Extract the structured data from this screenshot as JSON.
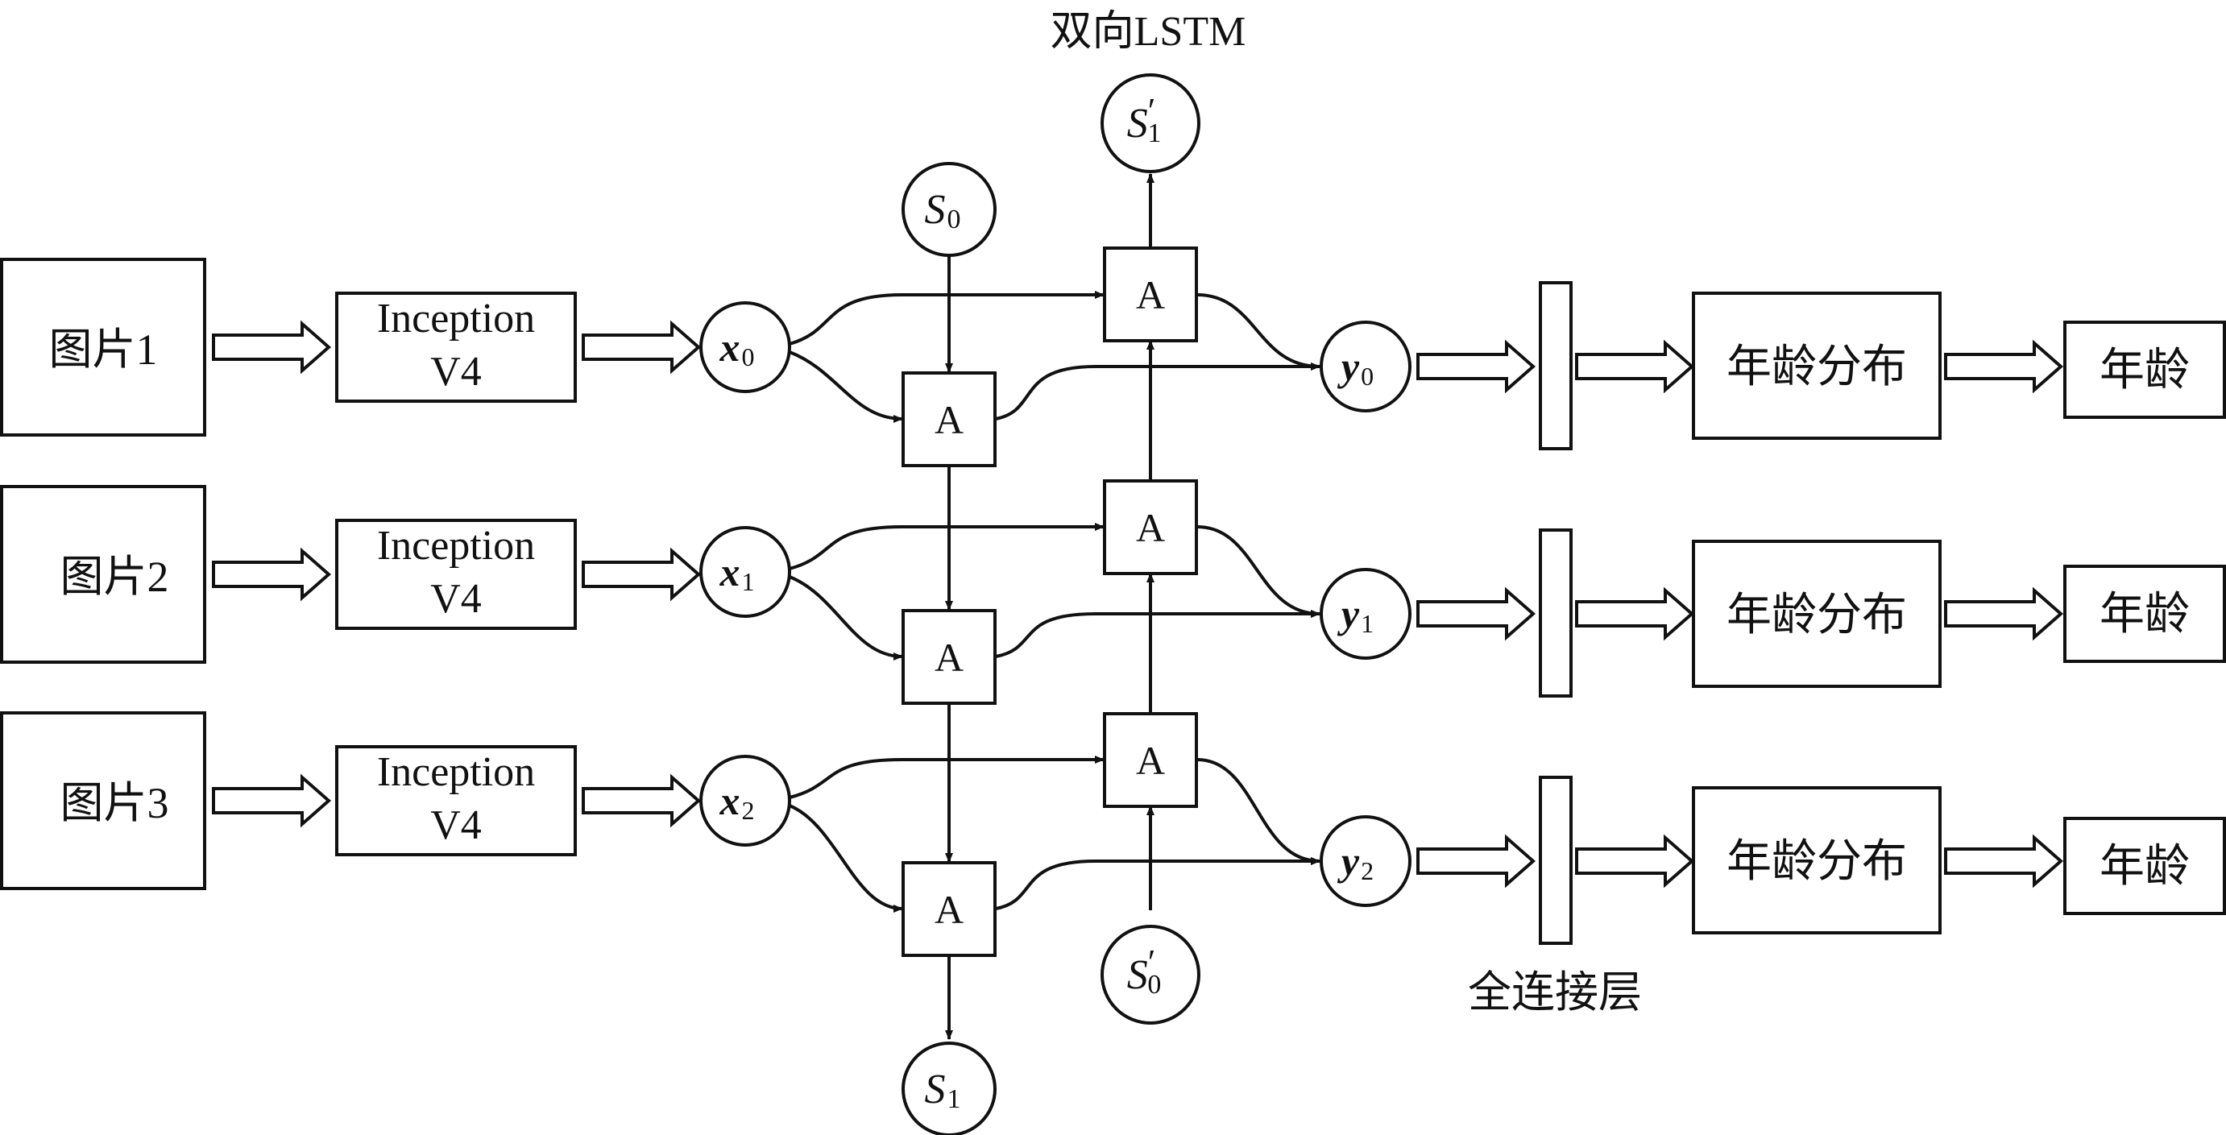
{
  "title": "双向LSTM",
  "fc_label": "全连接层",
  "rows": [
    {
      "image": "图片1",
      "cnn_line1": "Inception",
      "cnn_line2": "V4",
      "x_var": "x",
      "x_sub": "0",
      "y_var": "y",
      "y_sub": "0",
      "dist": "年龄分布",
      "age": "年龄"
    },
    {
      "image": "图片2",
      "cnn_line1": "Inception",
      "cnn_line2": "V4",
      "x_var": "x",
      "x_sub": "1",
      "y_var": "y",
      "y_sub": "1",
      "dist": "年龄分布",
      "age": "年龄"
    },
    {
      "image": "图片3",
      "cnn_line1": "Inception",
      "cnn_line2": "V4",
      "x_var": "x",
      "x_sub": "2",
      "y_var": "y",
      "y_sub": "2",
      "dist": "年龄分布",
      "age": "年龄"
    }
  ],
  "lstm_cell_label": "A",
  "states": {
    "s0": {
      "var": "S",
      "sub": "0",
      "prime": ""
    },
    "s1": {
      "var": "S",
      "sub": "1",
      "prime": ""
    },
    "s0_prime": {
      "var": "S",
      "sub": "0",
      "prime": "′"
    },
    "s1_prime": {
      "var": "S",
      "sub": "1",
      "prime": "′"
    }
  }
}
